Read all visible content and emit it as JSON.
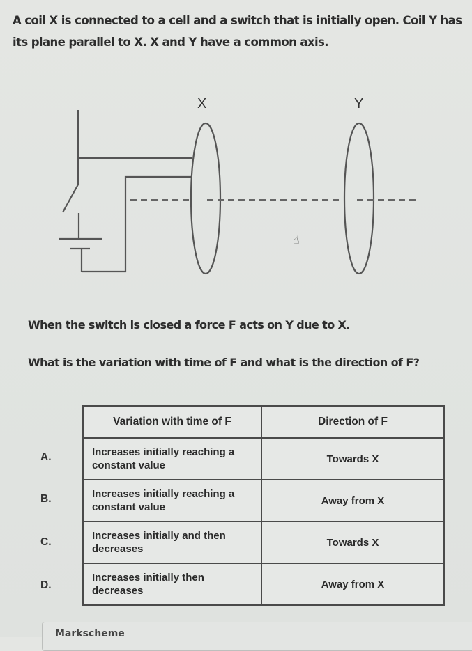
{
  "question": {
    "intro": "A coil X is connected to a cell and a switch that is initially open. Coil Y has its plane parallel to X. X and Y have a common axis.",
    "statement": "When the switch is closed a force F acts on Y due to X.",
    "prompt": "What is the variation with time of F and what is the direction of F?"
  },
  "diagram": {
    "coil_x_label": "X",
    "coil_y_label": "Y",
    "components": [
      "cell",
      "open-switch",
      "coil-x",
      "coil-y",
      "common-axis-dashed-line"
    ]
  },
  "table": {
    "headers": [
      "Variation with time of F",
      "Direction of F"
    ],
    "rows": [
      {
        "label": "A.",
        "variation": "Increases initially reaching a constant value",
        "direction": "Towards X"
      },
      {
        "label": "B.",
        "variation": "Increases initially reaching a constant value",
        "direction": "Away from X"
      },
      {
        "label": "C.",
        "variation": "Increases initially and then decreases",
        "direction": "Towards X"
      },
      {
        "label": "D.",
        "variation": "Increases initially then decreases",
        "direction": "Away from X"
      }
    ]
  },
  "markscheme": {
    "label": "Markscheme"
  }
}
